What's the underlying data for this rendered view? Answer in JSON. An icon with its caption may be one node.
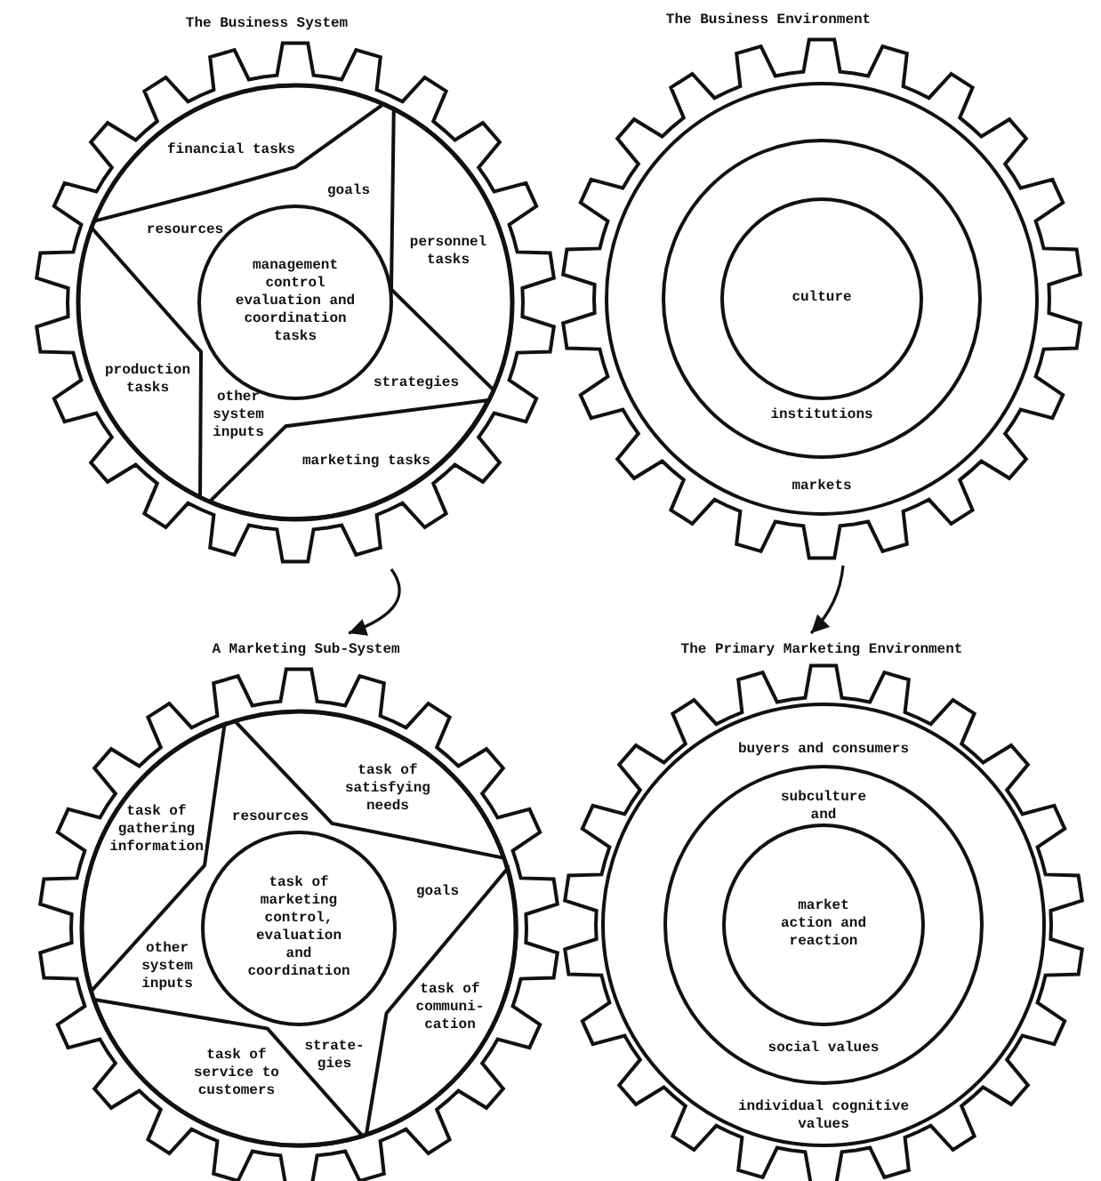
{
  "diagram": {
    "nodes": [
      {
        "text": [
          "The Business System"
        ]
      },
      {
        "text": [
          "financial tasks"
        ],
        "in": 0
      },
      {
        "text": [
          "personnel tasks"
        ],
        "in": 0
      },
      {
        "text": [
          "management control evaluation and coordination tasks"
        ],
        "in": 0
      },
      {
        "text": [
          "production tasks"
        ],
        "in": 0
      },
      {
        "text": [
          "marketing tasks"
        ],
        "in": 0
      },
      {
        "text": [
          "The Business Environment"
        ]
      },
      {
        "text": [
          "markets"
        ],
        "in": 6
      },
      {
        "text": [
          "institutions"
        ],
        "in": 7
      },
      {
        "text": [
          "culture"
        ],
        "in": 8
      },
      {
        "text": [
          "A Marketing Sub-System"
        ]
      },
      {
        "text": [
          "task of gathering information"
        ],
        "in": 10
      },
      {
        "text": [
          "task of satisfying needs"
        ],
        "in": 10
      },
      {
        "text": [
          "task of marketing control, evaluation and coordination"
        ],
        "in": 10
      },
      {
        "text": [
          "task of communi-cation"
        ],
        "in": 10
      },
      {
        "text": [
          "task of service to customers"
        ],
        "in": 10
      },
      {
        "text": [
          "The Primary Marketing Environment"
        ]
      },
      {
        "text": [
          "buyers and consumers",
          "individual cognitive values"
        ],
        "in": 16
      },
      {
        "text": [
          "subculture and",
          "social values"
        ],
        "in": 17
      },
      {
        "text": [
          "market action and reaction"
        ],
        "in": 18
      }
    ],
    "edges": [
      {
        "from": 0,
        "to": 10,
        "arrow": "to"
      },
      {
        "from": 6,
        "to": 16,
        "arrow": "to"
      }
    ],
    "labels": [
      "goals",
      "resources",
      "strategies",
      "other system inputs",
      "resources",
      "goals",
      "other system inputs",
      "strate-gies"
    ]
  }
}
